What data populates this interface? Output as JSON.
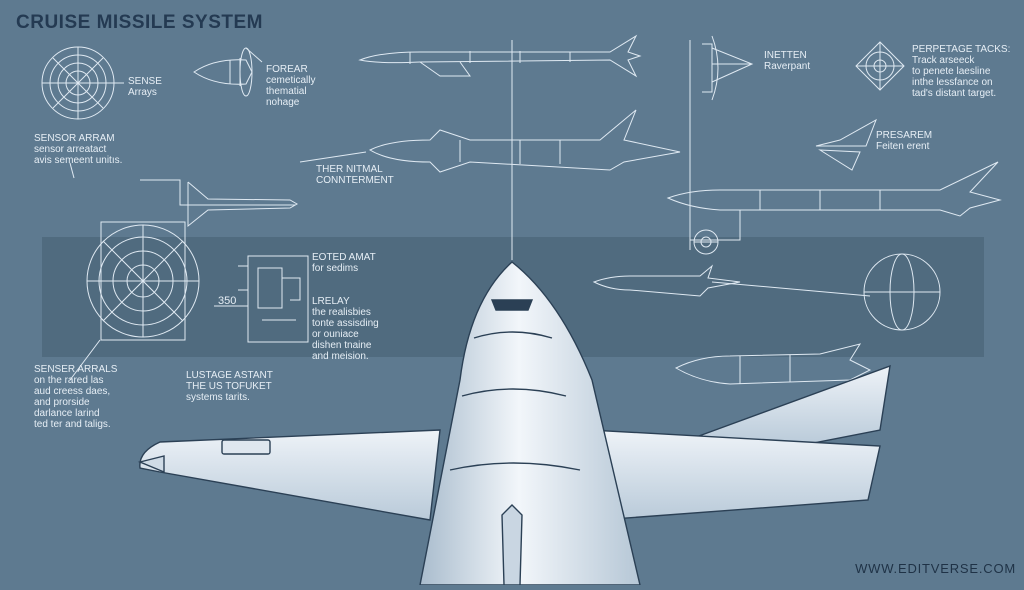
{
  "title": "CRUISE MISSILE SYSTEM",
  "watermark": "WWW.EDITVERSE.COM",
  "colors": {
    "background": "#5e7a90",
    "band": "#4a6478",
    "line": "#dfe9f2",
    "title": "#243a52",
    "missile_body": "#e8eef4"
  },
  "labels": {
    "sense_arrays": [
      "SENSE",
      "Arrays"
    ],
    "forear": [
      "FOREAR",
      "cemetically",
      "thematial",
      "nohage"
    ],
    "sensor_arram": [
      "SENSOR ARRAM",
      "sensor arreatact",
      "avis semeent unitıs."
    ],
    "inetten": [
      "INETTEN",
      "Raverpant"
    ],
    "perpetage_tacks": [
      "PERPETAGE TACKS:",
      "Track arseeck",
      "to penete laesline",
      "inthe lessfance on",
      "tad's distant target."
    ],
    "ther_nitmal": [
      "THER NITMAL",
      "CONNTERMENT"
    ],
    "presarem": [
      "PRESAREM",
      "Feiten erent"
    ],
    "eoted_amat": [
      "EOTED AMAT",
      "for sedims"
    ],
    "number_350": "350",
    "lerlay": [
      "LRELAY",
      "the realisbies",
      "tonte assisding",
      "or ouniace",
      "dishen tnaine",
      "and meision."
    ],
    "senser_arrals": [
      "SENSER ARRALS",
      "on the rared las",
      "aud creess daes,",
      "and prorside",
      "darlance larind",
      "ted ter and taligs."
    ],
    "lustage_astant": [
      "LUSTAGE ASTANT",
      "THE US TOFUKET",
      "systems tarits."
    ]
  }
}
